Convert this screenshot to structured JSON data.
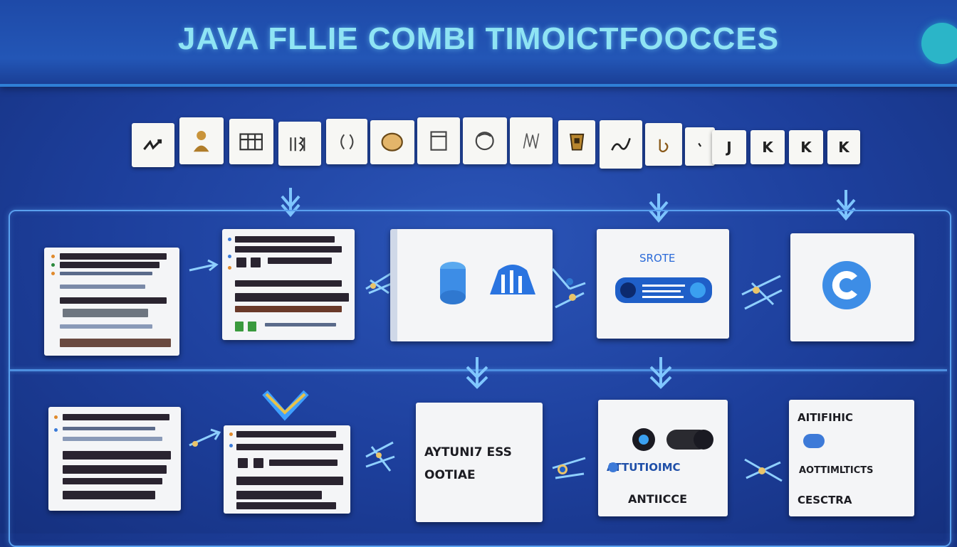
{
  "header": {
    "title": "JAVA FLLIE COMBI TIMOICTFOOCCES"
  },
  "strip": {
    "letters": [
      "J",
      "K",
      "K",
      "K"
    ]
  },
  "row1": {
    "panel4_label": "SROTE"
  },
  "row2": {
    "panel3_line1": "AYTUNI7 ESS",
    "panel3_line2": "OOTIAE",
    "panel4_line1": "ATTUTIOIMC",
    "panel4_line2": "ANTIICCE",
    "panel5_line1": "AITIFIHIC",
    "panel5_line2": "AOTTIMLTICTS",
    "panel5_line3": "CESCTRA"
  },
  "colors": {
    "accent": "#5aa0ee",
    "title": "#8fe4f4",
    "background": "#1d3f9c"
  }
}
